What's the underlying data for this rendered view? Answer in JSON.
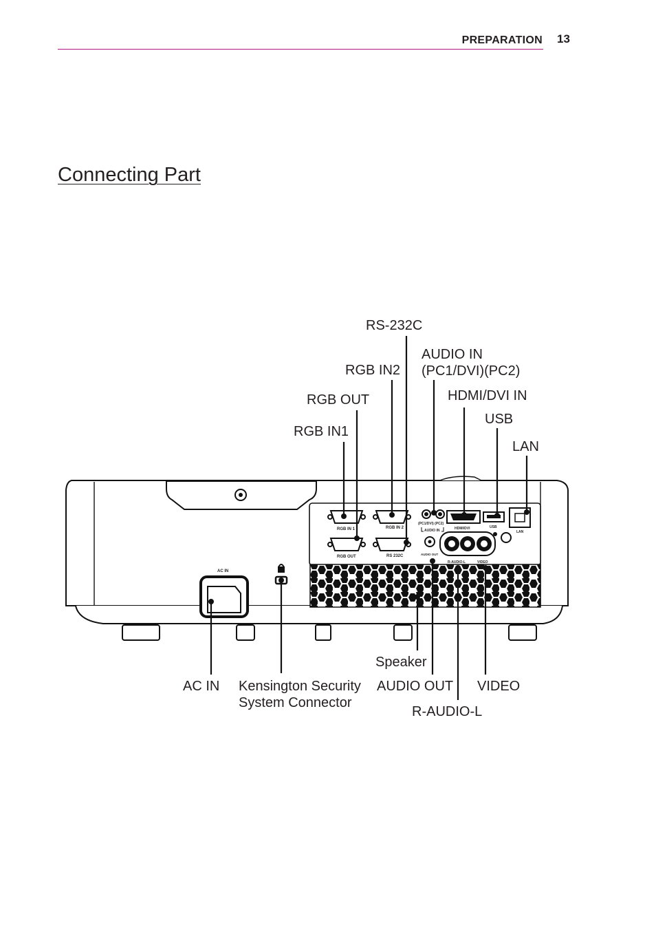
{
  "header": {
    "section": "PREPARATION",
    "page_number": "13"
  },
  "title": "Connecting Part",
  "callouts": {
    "rs232c": "RS-232C",
    "audio_in_line1": "AUDIO IN",
    "audio_in_line2": "(PC1/DVI)(PC2)",
    "rgb_in2": "RGB IN2",
    "hdmi_dvi_in": "HDMI/DVI IN",
    "rgb_out": "RGB OUT",
    "usb": "USB",
    "rgb_in1": "RGB IN1",
    "lan": "LAN",
    "speaker": "Speaker",
    "ac_in": "AC IN",
    "kensington_line1": "Kensington Security",
    "kensington_line2": "System Connector",
    "audio_out": "AUDIO OUT",
    "video": "VIDEO",
    "r_audio_l": "R-AUDIO-L"
  },
  "panel_labels": {
    "rgb_in_1": "RGB IN 1",
    "rgb_in_2": "RGB IN 2",
    "rgb_out": "RGB OUT",
    "rs_232c": "RS 232C",
    "pc1_dvi_pc2": "(PC1/DVI) (PC2)",
    "audio_in": "AUDIO IN",
    "hdmi_dvi": "HDMI/DVI",
    "usb": "USB",
    "lan": "LAN",
    "audio_out": "AUDIO OUT",
    "r_audio_l": "R-AUDIO-L",
    "video": "VIDEO",
    "ac_in": "AC IN"
  },
  "colors": {
    "header_rule": "#b0127f",
    "text": "#231f20"
  }
}
